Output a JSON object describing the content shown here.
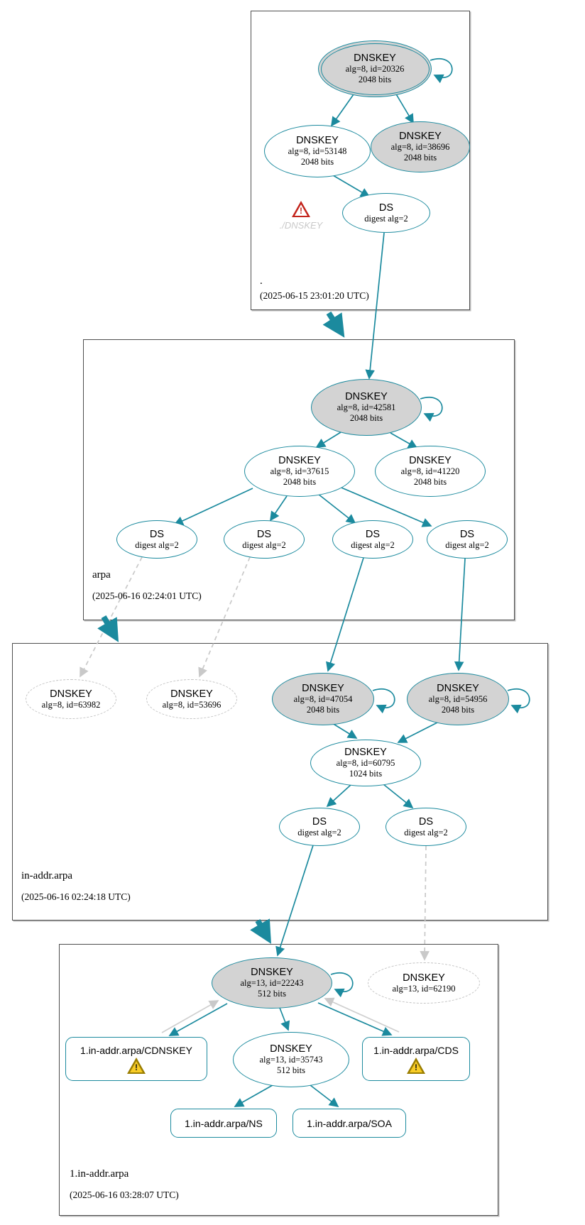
{
  "diagram": "DNSSEC authentication chain graph",
  "colors": {
    "edge_teal": "#1b8a9e",
    "node_gray_fill": "#d3d3d3",
    "dashed_gray": "#c9c9c9",
    "warning_red": "#c3241c",
    "warning_yellow": "#f8cc26"
  },
  "zones": [
    {
      "name": ".",
      "timestamp": "(2025-06-15 23:01:20 UTC)",
      "warning_label": "./DNSKEY",
      "nodes": {
        "ksk": {
          "title": "DNSKEY",
          "detail": "alg=8, id=20326",
          "bits": "2048 bits"
        },
        "zsk": {
          "title": "DNSKEY",
          "detail": "alg=8, id=53148",
          "bits": "2048 bits"
        },
        "ksk2": {
          "title": "DNSKEY",
          "detail": "alg=8, id=38696",
          "bits": "2048 bits"
        },
        "ds": {
          "title": "DS",
          "detail": "digest alg=2"
        }
      }
    },
    {
      "name": "arpa",
      "timestamp": "(2025-06-16 02:24:01 UTC)",
      "nodes": {
        "ksk": {
          "title": "DNSKEY",
          "detail": "alg=8, id=42581",
          "bits": "2048 bits"
        },
        "zsk1": {
          "title": "DNSKEY",
          "detail": "alg=8, id=37615",
          "bits": "2048 bits"
        },
        "zsk2": {
          "title": "DNSKEY",
          "detail": "alg=8, id=41220",
          "bits": "2048 bits"
        },
        "ds1": {
          "title": "DS",
          "detail": "digest alg=2"
        },
        "ds2": {
          "title": "DS",
          "detail": "digest alg=2"
        },
        "ds3": {
          "title": "DS",
          "detail": "digest alg=2"
        },
        "ds4": {
          "title": "DS",
          "detail": "digest alg=2"
        }
      }
    },
    {
      "name": "in-addr.arpa",
      "timestamp": "(2025-06-16 02:24:18 UTC)",
      "nodes": {
        "missing1": {
          "title": "DNSKEY",
          "detail": "alg=8, id=63982"
        },
        "missing2": {
          "title": "DNSKEY",
          "detail": "alg=8, id=53696"
        },
        "ksk1": {
          "title": "DNSKEY",
          "detail": "alg=8, id=47054",
          "bits": "2048 bits"
        },
        "ksk2": {
          "title": "DNSKEY",
          "detail": "alg=8, id=54956",
          "bits": "2048 bits"
        },
        "zsk": {
          "title": "DNSKEY",
          "detail": "alg=8, id=60795",
          "bits": "1024 bits"
        },
        "ds1": {
          "title": "DS",
          "detail": "digest alg=2"
        },
        "ds2": {
          "title": "DS",
          "detail": "digest alg=2"
        }
      }
    },
    {
      "name": "1.in-addr.arpa",
      "timestamp": "(2025-06-16 03:28:07 UTC)",
      "nodes": {
        "ksk": {
          "title": "DNSKEY",
          "detail": "alg=13, id=22243",
          "bits": "512 bits"
        },
        "missing": {
          "title": "DNSKEY",
          "detail": "alg=13, id=62190"
        },
        "zsk": {
          "title": "DNSKEY",
          "detail": "alg=13, id=35743",
          "bits": "512 bits"
        },
        "cdnskey": {
          "label": "1.in-addr.arpa/CDNSKEY"
        },
        "cds": {
          "label": "1.in-addr.arpa/CDS"
        },
        "ns": {
          "label": "1.in-addr.arpa/NS"
        },
        "soa": {
          "label": "1.in-addr.arpa/SOA"
        }
      }
    }
  ]
}
